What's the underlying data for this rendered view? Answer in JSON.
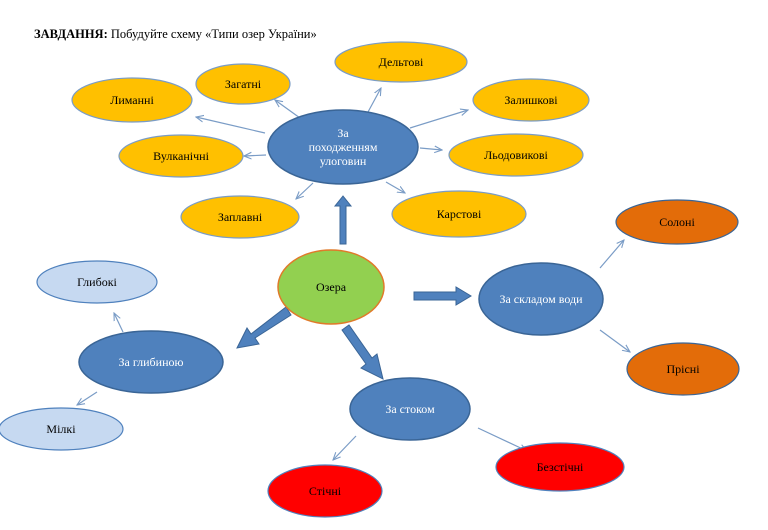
{
  "task": {
    "label": "ЗАВДАННЯ:",
    "text": "Побудуйте схему «Типи озер України»"
  },
  "diagram": {
    "center": "Озера",
    "origin_group": {
      "title_lines": [
        "За",
        "походженням",
        "улоговин"
      ],
      "items": [
        "Дельтові",
        "Загатні",
        "Лиманні",
        "Залишкові",
        "Вулканічні",
        "Льодовикові",
        "Заплавні",
        "Карстові"
      ]
    },
    "water_group": {
      "title": "За складом води",
      "items": [
        "Солоні",
        "Прісні"
      ]
    },
    "depth_group": {
      "title": "За глибиною",
      "items": [
        "Глибокі",
        "Мілкі"
      ]
    },
    "runoff_group": {
      "title": "За стоком",
      "items": [
        "Безстічні",
        "Стічні"
      ]
    }
  },
  "colors": {
    "center_fill": "#92d050",
    "center_stroke": "#e07a2a",
    "category_fill": "#4f81bd",
    "category_stroke": "#3a6596",
    "origin_item_fill": "#ffc000",
    "water_item_fill": "#e36c09",
    "depth_item_fill": "#c6d9f1",
    "runoff_item_fill": "#ff0000",
    "thin_arrow": "#7a9cc6",
    "block_arrow": "#4f81bd"
  }
}
